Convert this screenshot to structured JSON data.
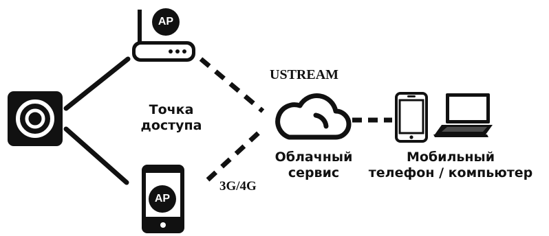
{
  "labels": {
    "access_point": [
      "Точка",
      "доступа"
    ],
    "ustream": "USTREAM",
    "network": "3G/4G",
    "cloud": [
      "Облачный",
      "сервис"
    ],
    "device": [
      "Мобильный",
      "телефон / компьютер"
    ]
  },
  "badges": {
    "router": "AP",
    "phone": "AP"
  },
  "icons": [
    "camera-icon",
    "router-icon",
    "phone-icon",
    "cloud-icon",
    "smartphone-icon",
    "laptop-icon"
  ],
  "links": [
    {
      "from": "camera",
      "to": "router",
      "style": "solid"
    },
    {
      "from": "camera",
      "to": "phone",
      "style": "solid"
    },
    {
      "from": "router",
      "to": "cloud",
      "style": "dashed"
    },
    {
      "from": "phone",
      "to": "cloud",
      "style": "dashed"
    },
    {
      "from": "cloud",
      "to": "device",
      "style": "dashed"
    }
  ],
  "colors": {
    "ink": "#111111",
    "background": "#ffffff"
  }
}
